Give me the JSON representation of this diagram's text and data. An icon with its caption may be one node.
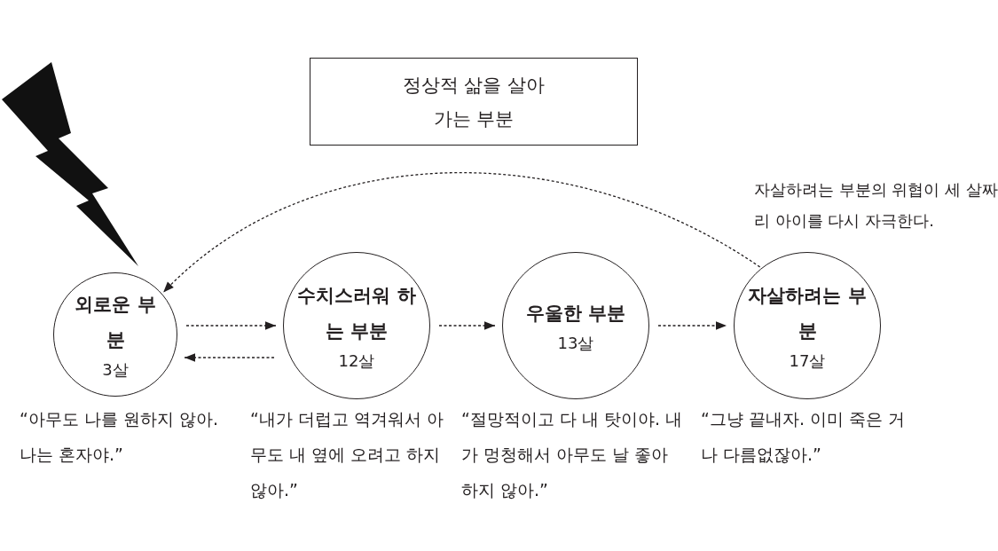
{
  "diagram": {
    "nodes": [
      {
        "text": [
          "정상적 삶을 살아가는 부분"
        ]
      },
      {
        "text": [
          "외로운 부분",
          "3살"
        ],
        "beside": [
          "“아무도 나를 원하지 않아. 나는 혼자야.”"
        ]
      },
      {
        "text": [
          "수치스러워 하는 부분",
          "12살"
        ],
        "beside": [
          "“내가 더럽고 역겨워서 아무도 내 옆에 오려고 하지 않아.”"
        ]
      },
      {
        "text": [
          "우울한 부분",
          "13살"
        ],
        "beside": [
          "“절망적이고 다 내 탓이야. 내가 멍청해서 아무도 날 좋아하지 않아.”"
        ]
      },
      {
        "text": [
          "자살하려는 부분",
          "17살"
        ],
        "beside": [
          "“그냥 끝내자. 이미 죽은 거나 다름없잖아.”"
        ]
      }
    ],
    "edges": [
      {
        "from": 1,
        "to": 2,
        "arrow": "to",
        "style": "dashed"
      },
      {
        "from": 2,
        "to": 1,
        "arrow": "to",
        "style": "dashed"
      },
      {
        "from": 2,
        "to": 3,
        "arrow": "to",
        "style": "dashed"
      },
      {
        "from": 3,
        "to": 4,
        "arrow": "to",
        "style": "dashed"
      },
      {
        "from": 4,
        "to": 1,
        "arrow": "to",
        "style": "dashed",
        "label": "자살하려는 부분의 위협이 세 살짜리 아이를 다시 자극한다."
      }
    ]
  }
}
